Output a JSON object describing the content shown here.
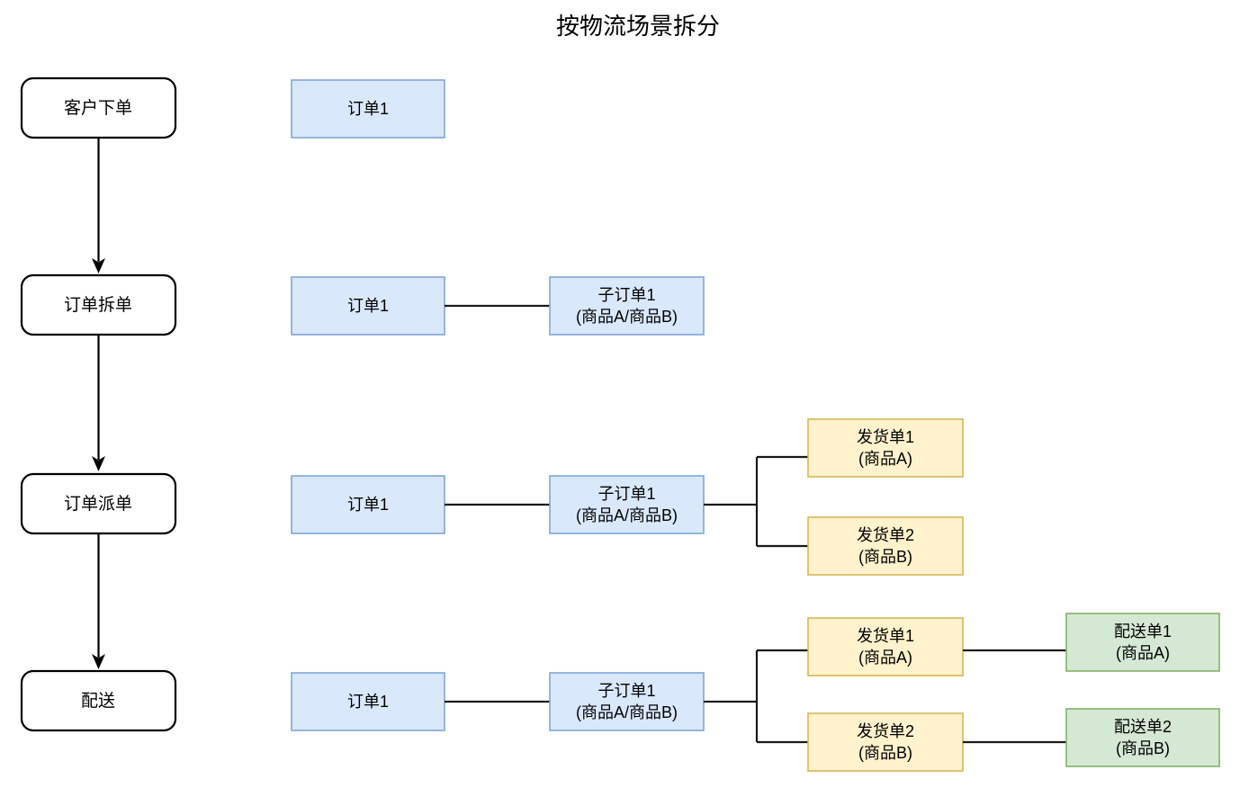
{
  "title": "按物流场景拆分",
  "colors": {
    "blue_fill": "#dae8fc",
    "blue_stroke": "#7ea6d8",
    "yellow_fill": "#fff2cc",
    "yellow_stroke": "#d6b656",
    "green_fill": "#d5e8d4",
    "green_stroke": "#82b366",
    "line": "#1a1a1a",
    "stage_stroke": "#000000",
    "background": "#ffffff"
  },
  "stages": [
    {
      "label": "客户下单"
    },
    {
      "label": "订单拆单"
    },
    {
      "label": "订单派单"
    },
    {
      "label": "配送"
    }
  ],
  "rows": [
    {
      "stage": "客户下单",
      "order": {
        "line1": "订单1",
        "line2": ""
      },
      "suborder": null,
      "shipments": [],
      "deliveries": []
    },
    {
      "stage": "订单拆单",
      "order": {
        "line1": "订单1",
        "line2": ""
      },
      "suborder": {
        "line1": "子订单1",
        "line2": "(商品A/商品B)"
      },
      "shipments": [],
      "deliveries": []
    },
    {
      "stage": "订单派单",
      "order": {
        "line1": "订单1",
        "line2": ""
      },
      "suborder": {
        "line1": "子订单1",
        "line2": "(商品A/商品B)"
      },
      "shipments": [
        {
          "line1": "发货单1",
          "line2": "(商品A)"
        },
        {
          "line1": "发货单2",
          "line2": "(商品B)"
        }
      ],
      "deliveries": []
    },
    {
      "stage": "配送",
      "order": {
        "line1": "订单1",
        "line2": ""
      },
      "suborder": {
        "line1": "子订单1",
        "line2": "(商品A/商品B)"
      },
      "shipments": [
        {
          "line1": "发货单1",
          "line2": "(商品A)"
        },
        {
          "line1": "发货单2",
          "line2": "(商品B)"
        }
      ],
      "deliveries": [
        {
          "line1": "配送单1",
          "line2": "(商品A)"
        },
        {
          "line1": "配送单2",
          "line2": "(商品B)"
        }
      ]
    }
  ]
}
